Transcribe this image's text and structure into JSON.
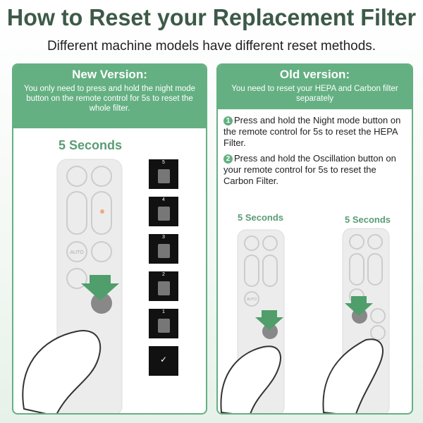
{
  "title": "How to Reset your Replacement Filter",
  "subtitle": "Different machine models have different reset methods.",
  "new_version": {
    "heading": "New Version:",
    "description": "You only need to press and hold the night mode button on the remote control for 5s to reset the whole filter.",
    "seconds_label": "5 Seconds",
    "remote_auto_label": "AUTO",
    "countdown": [
      "5",
      "4",
      "3",
      "2",
      "1"
    ],
    "done_mark": "✓"
  },
  "old_version": {
    "heading": "Old version:",
    "description": "You need to reset your HEPA and Carbon filter separately",
    "steps": [
      {
        "num": "1",
        "text": "Press and hold the Night mode button on the remote control for 5s to reset the HEPA Filter."
      },
      {
        "num": "2",
        "text": "Press and hold the Oscillation button on your remote control for 5s to reset the Carbon Filter."
      }
    ],
    "seconds_label_1": "5 Seconds",
    "seconds_label_2": "5 Seconds",
    "remote_auto_label": "AUTO"
  },
  "colors": {
    "accent": "#64b082",
    "title": "#3d5a48"
  }
}
